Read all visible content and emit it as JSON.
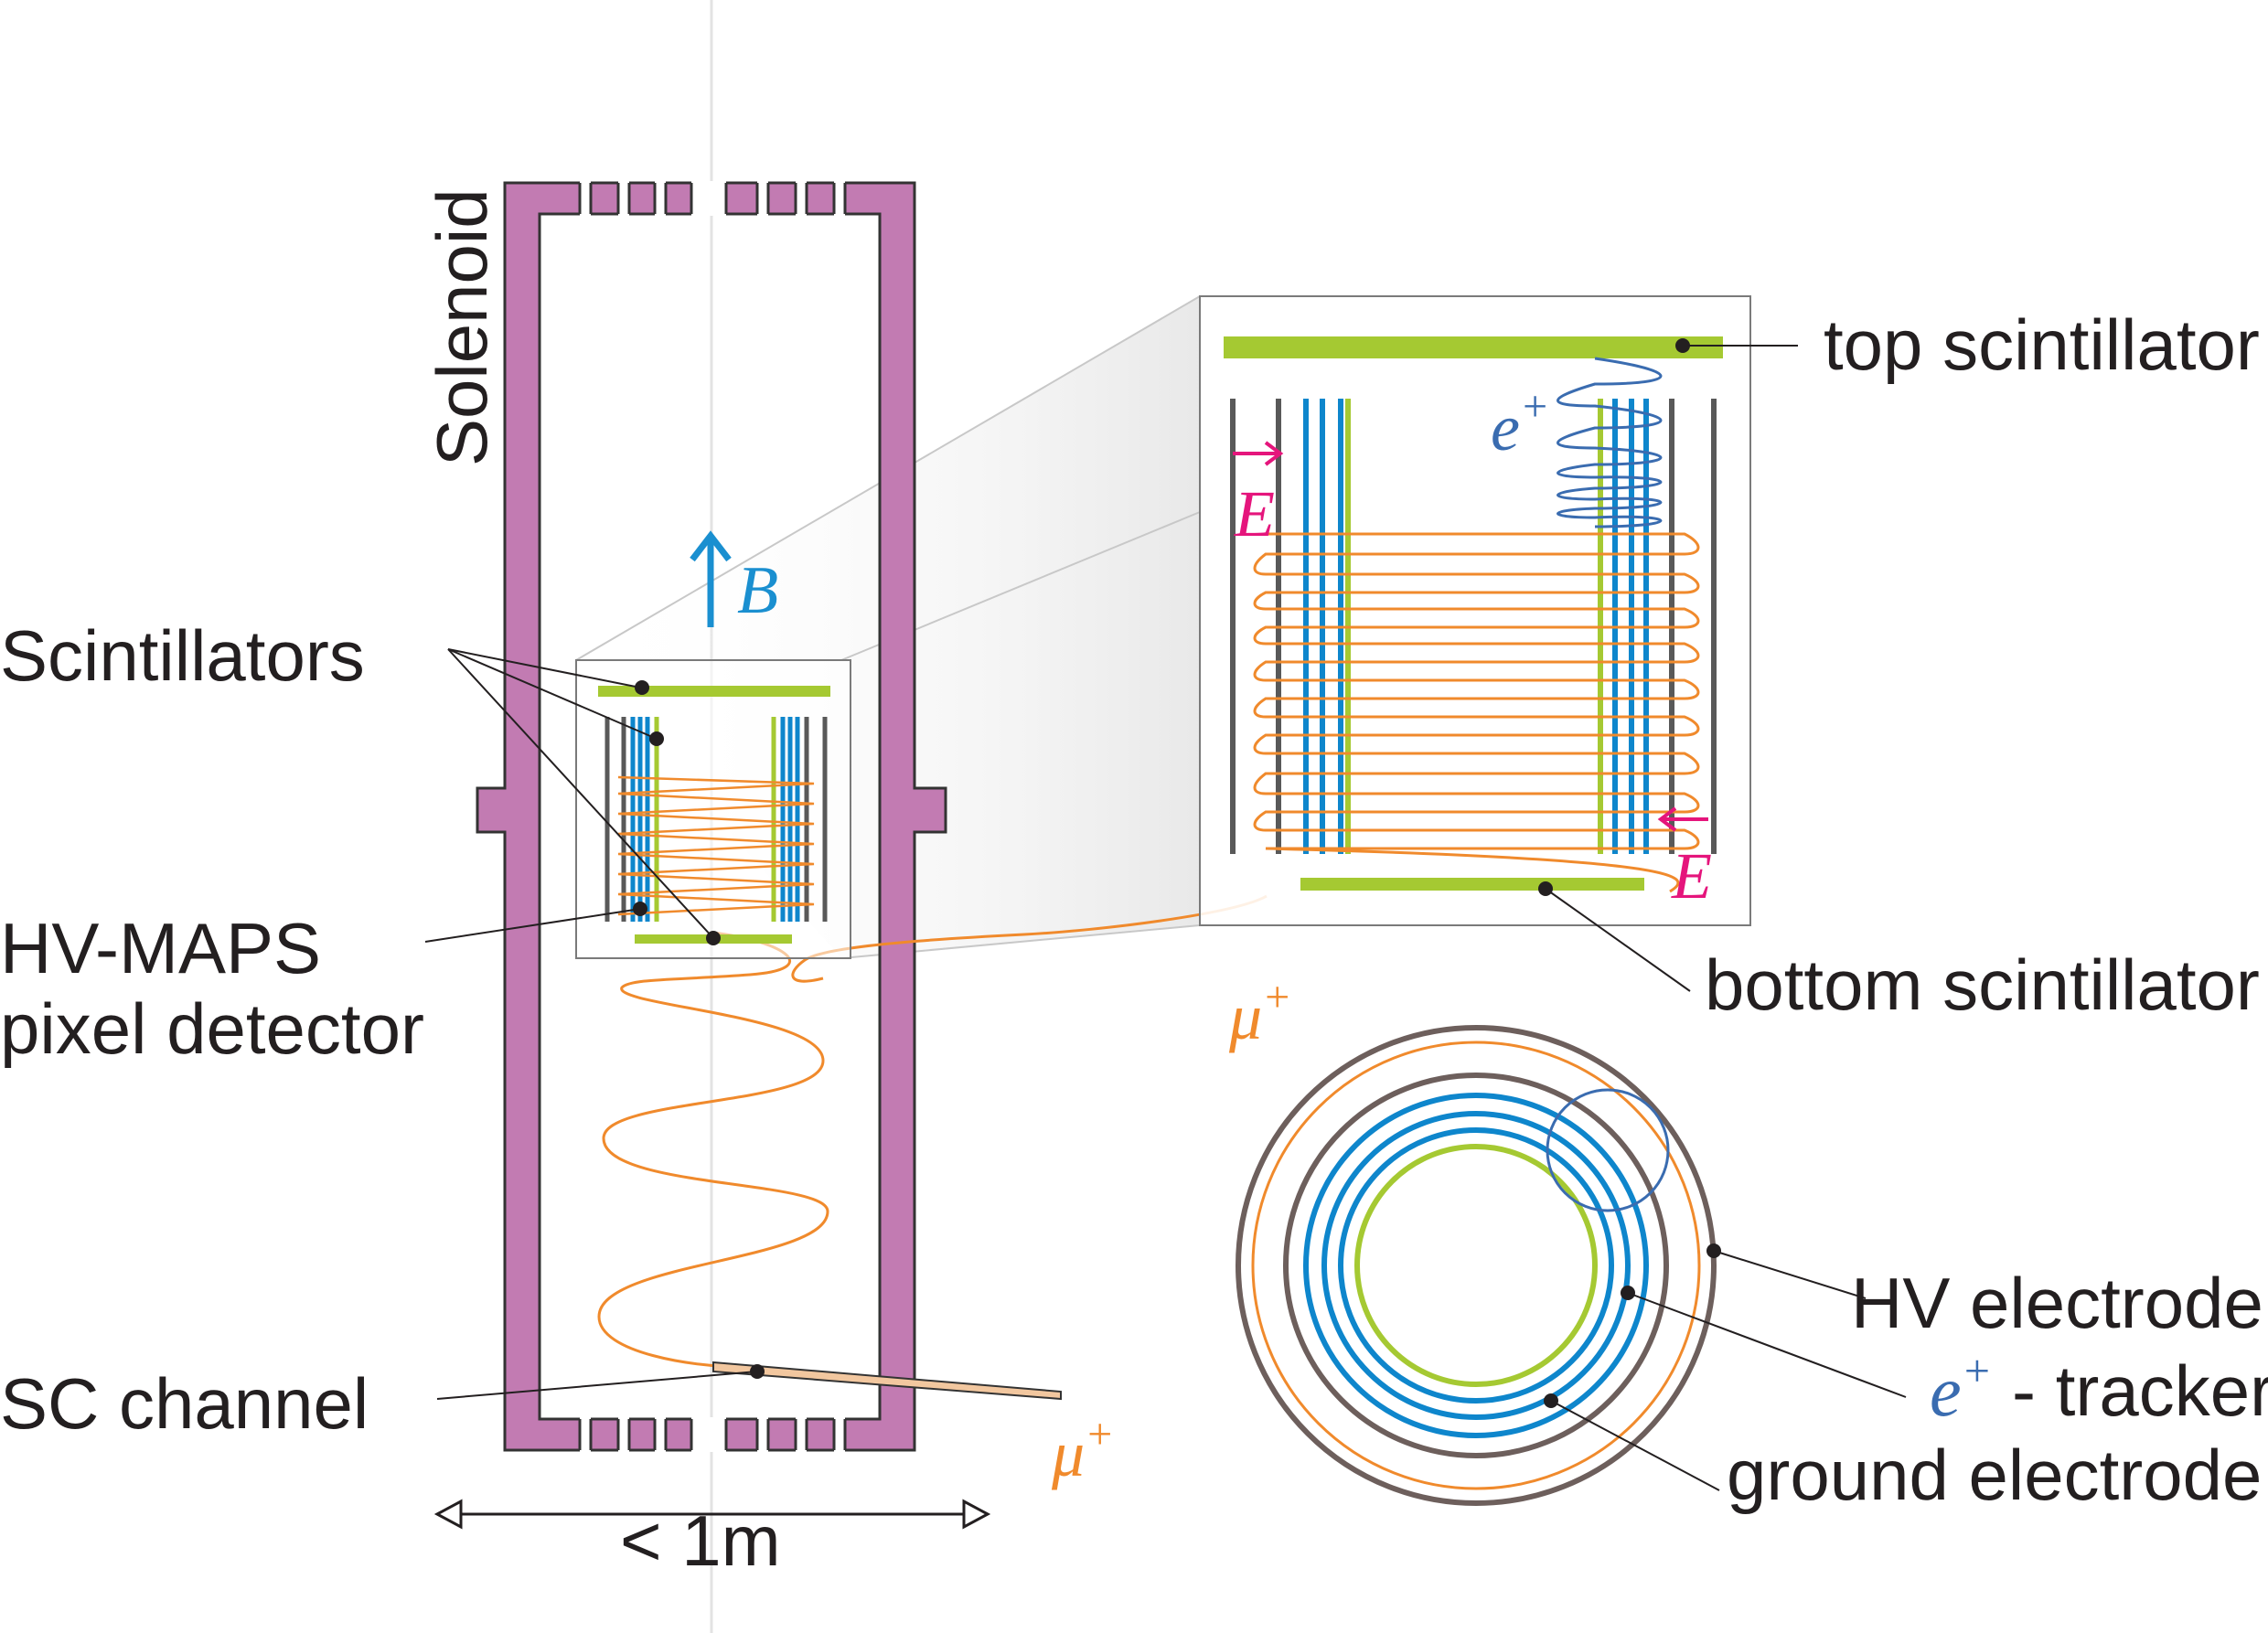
{
  "colors": {
    "solenoid": "#c27bb2",
    "outline": "#333333",
    "scintillator": "#a5c932",
    "tracker": "#0e86cc",
    "electrode": "#595959",
    "muon": "#f08a2c",
    "positron": "#3a6cb0",
    "efield": "#e5157c",
    "bfield": "#1a8fd0",
    "text": "#231f20",
    "ring": "#6d5f5c"
  },
  "labels": {
    "solenoid": "Solenoid",
    "scintillators": "Scintillators",
    "hv_maps_line1": "HV-MAPS",
    "hv_maps_line2": "pixel detector",
    "sc_channel": "SC channel",
    "width": "< 1m",
    "b_field": "B",
    "muon": "μ",
    "muon_sup": "+",
    "top_scintillator": "top scintillator",
    "bottom_scintillator": "bottom scintillator",
    "positron": "e",
    "positron_sup": "+",
    "e_field": "E",
    "hv_electrode": "HV electrode",
    "tracker_suffix": " - tracker",
    "ground_electrode": "ground electrode"
  }
}
